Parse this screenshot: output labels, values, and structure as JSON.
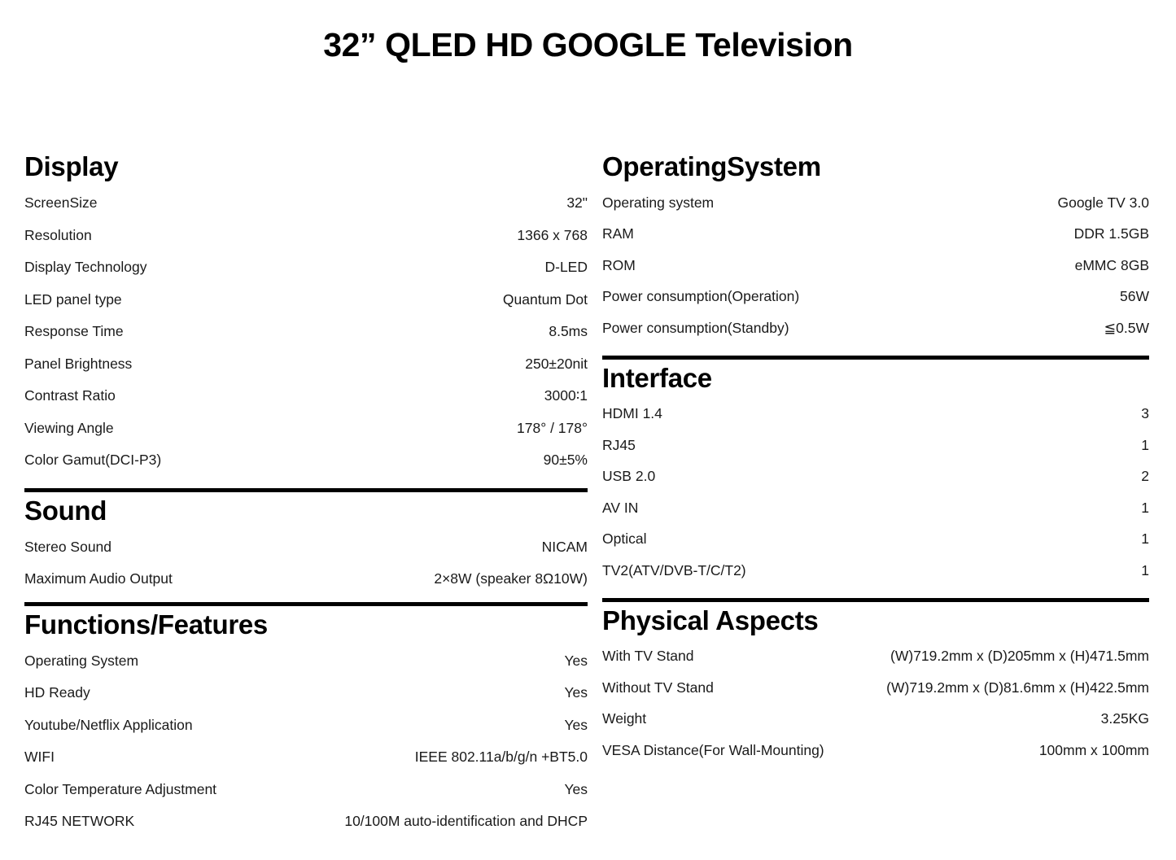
{
  "document": {
    "title": "32” QLED HD GOOGLE Television"
  },
  "left_column": {
    "sections": [
      {
        "heading": "Display",
        "rows": [
          {
            "label": "ScreenSize",
            "value": "32\""
          },
          {
            "label": "Resolution",
            "value": "1366 x 768"
          },
          {
            "label": "Display Technology",
            "value": "D-LED"
          },
          {
            "label": "LED panel type",
            "value": "Quantum Dot"
          },
          {
            "label": "Response Time",
            "value": "8.5ms"
          },
          {
            "label": "Panel Brightness",
            "value": "250±20nit"
          },
          {
            "label": "Contrast Ratio",
            "value": "3000∶1"
          },
          {
            "label": "Viewing Angle",
            "value": "178° / 178°"
          },
          {
            "label": "Color Gamut(DCI-P3)",
            "value": "90±5%"
          }
        ]
      },
      {
        "heading": "Sound",
        "rows": [
          {
            "label": "Stereo Sound",
            "value": "NICAM"
          },
          {
            "label": "Maximum Audio Output",
            "value": "2×8W (speaker 8Ω10W)"
          }
        ]
      },
      {
        "heading": "Functions/Features",
        "rows": [
          {
            "label": "Operating System",
            "value": "Yes"
          },
          {
            "label": "HD Ready",
            "value": "Yes"
          },
          {
            "label": "Youtube/Netflix Application",
            "value": "Yes"
          },
          {
            "label": "WIFI",
            "value": "IEEE 802.11a/b/g/n +BT5.0"
          },
          {
            "label": "Color Temperature Adjustment",
            "value": "Yes"
          },
          {
            "label": "RJ45 NETWORK",
            "value": "10/100M auto-identification and DHCP"
          }
        ]
      }
    ]
  },
  "right_column": {
    "sections": [
      {
        "heading": "OperatingSystem",
        "rows": [
          {
            "label": "Operating system",
            "value": "Google TV 3.0"
          },
          {
            "label": "RAM",
            "value": "DDR 1.5GB"
          },
          {
            "label": "ROM",
            "value": "eMMC 8GB"
          },
          {
            "label": "Power consumption(Operation)",
            "value": "56W"
          },
          {
            "label": "Power consumption(Standby)",
            "value": "≦0.5W"
          }
        ]
      },
      {
        "heading": "Interface",
        "rows": [
          {
            "label": "HDMI 1.4",
            "value": "3"
          },
          {
            "label": "RJ45",
            "value": "1"
          },
          {
            "label": "USB 2.0",
            "value": "2"
          },
          {
            "label": "AV IN",
            "value": "1"
          },
          {
            "label": "Optical",
            "value": "1"
          },
          {
            "label": "TV2(ATV/DVB-T/C/T2)",
            "value": "1"
          }
        ]
      },
      {
        "heading": "Physical Aspects",
        "rows": [
          {
            "label": "With TV Stand",
            "value": "(W)719.2mm x (D)205mm x (H)471.5mm"
          },
          {
            "label": "Without TV Stand",
            "value": "(W)719.2mm x (D)81.6mm x (H)422.5mm"
          },
          {
            "label": "Weight",
            "value": "3.25KG"
          },
          {
            "label": "VESA Distance(For Wall-Mounting)",
            "value": "100mm x 100mm"
          }
        ]
      }
    ]
  }
}
